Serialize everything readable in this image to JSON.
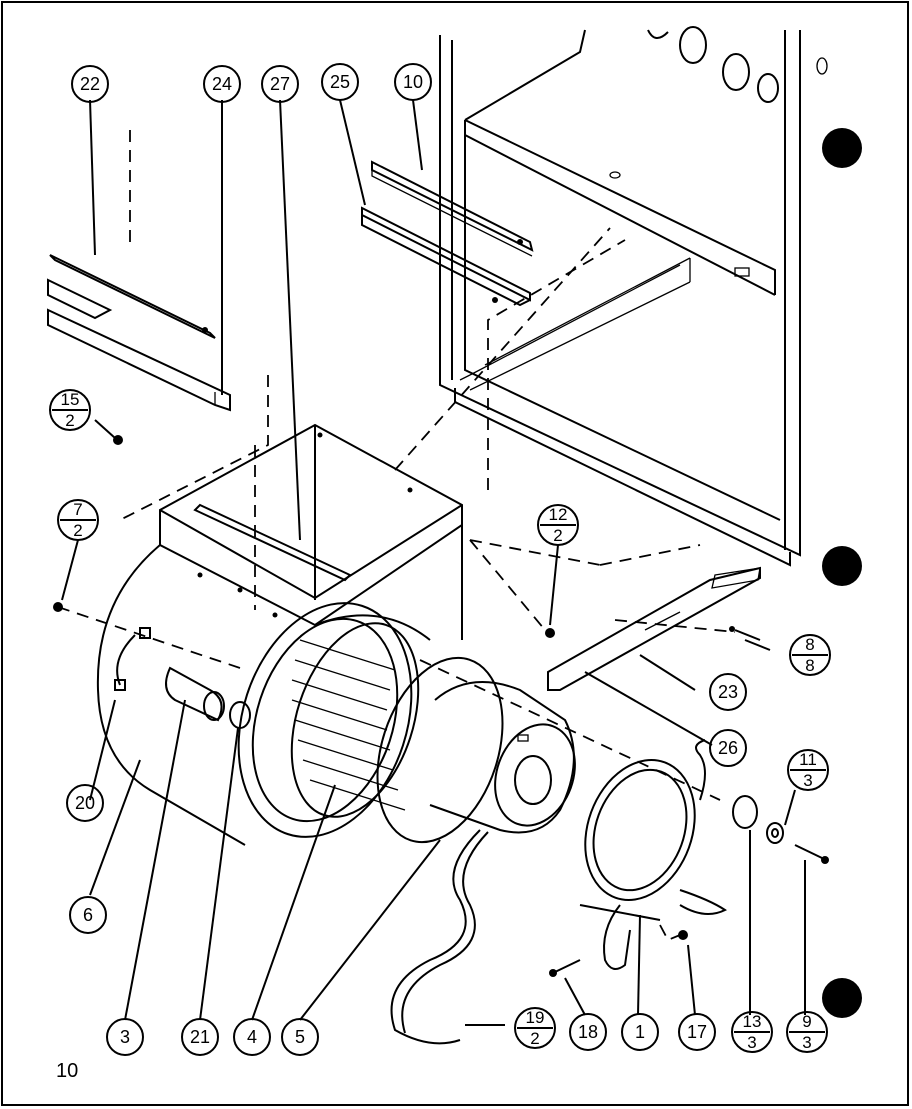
{
  "page_number": "10",
  "callouts": [
    {
      "id": "c22",
      "label": "22"
    },
    {
      "id": "c24",
      "label": "24"
    },
    {
      "id": "c27",
      "label": "27"
    },
    {
      "id": "c25",
      "label": "25"
    },
    {
      "id": "c10",
      "label": "10"
    },
    {
      "id": "c23",
      "label": "23"
    },
    {
      "id": "c26",
      "label": "26"
    },
    {
      "id": "c20",
      "label": "20"
    },
    {
      "id": "c6",
      "label": "6"
    },
    {
      "id": "c3",
      "label": "3"
    },
    {
      "id": "c21",
      "label": "21"
    },
    {
      "id": "c4",
      "label": "4"
    },
    {
      "id": "c5",
      "label": "5"
    },
    {
      "id": "c18",
      "label": "18"
    },
    {
      "id": "c1",
      "label": "1"
    },
    {
      "id": "c17",
      "label": "17"
    }
  ],
  "fraction_callouts": [
    {
      "id": "f15",
      "top": "15",
      "bottom": "2"
    },
    {
      "id": "f7",
      "top": "7",
      "bottom": "2"
    },
    {
      "id": "f12",
      "top": "12",
      "bottom": "2"
    },
    {
      "id": "f8",
      "top": "8",
      "bottom": "8"
    },
    {
      "id": "f11",
      "top": "11",
      "bottom": "3"
    },
    {
      "id": "f19",
      "top": "19",
      "bottom": "2"
    },
    {
      "id": "f13",
      "top": "13",
      "bottom": "3"
    },
    {
      "id": "f9",
      "top": "9",
      "bottom": "3"
    }
  ],
  "colors": {
    "ink": "#000000",
    "paper": "#ffffff"
  }
}
